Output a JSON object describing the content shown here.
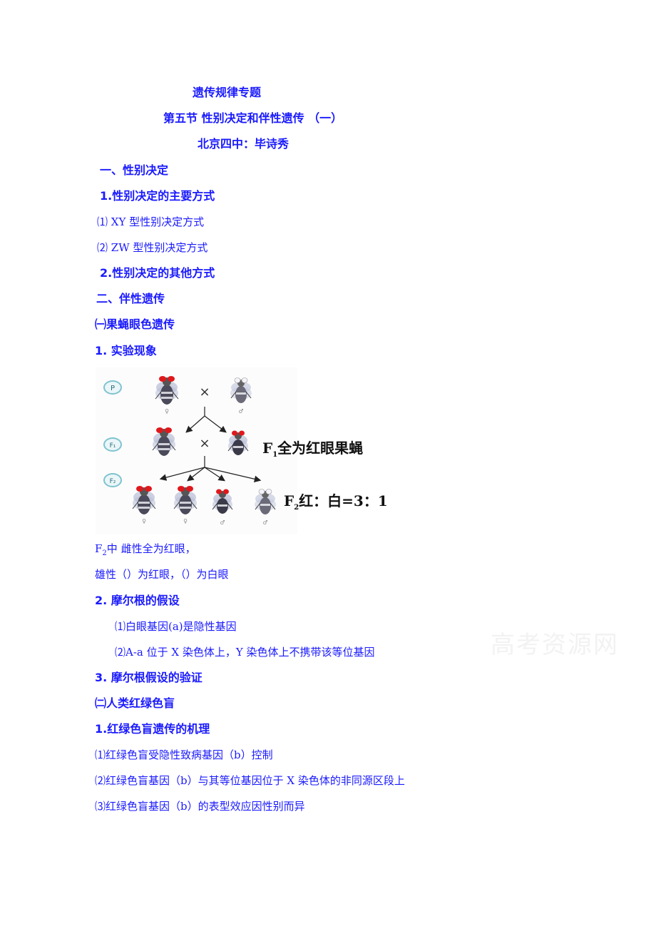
{
  "header": {
    "topic": "遗传规律专题",
    "section": "第五节 性别决定和伴性遗传 （一）",
    "author": "北京四中：毕诗秀"
  },
  "outline": {
    "h1": "一、性别决定",
    "h1_1": "1.性别决定的主要方式",
    "h1_1_a": "⑴ XY 型性别决定方式",
    "h1_1_b": "⑵ ZW 型性别决定方式",
    "h1_2": "2.性别决定的其他方式",
    "h2": "二、伴性遗传",
    "h2_1": "㈠果蝇眼色遗传",
    "h2_1_1": "1.  实验现象"
  },
  "figure": {
    "gen_p": "P",
    "gen_f1": "F₁",
    "gen_f2": "F₂",
    "cross_symbol": "×",
    "f1_caption_main": "F",
    "f1_caption_sub": "1",
    "f1_caption_text": "全为红眼果蝇",
    "f2_caption_main": "F",
    "f2_caption_sub": "2",
    "f2_caption_text": "红：白=3：1",
    "female_symbol": "♀",
    "male_symbol": "♂",
    "colors": {
      "red_eye": "#e0181c",
      "white_eye": "#e8e8f0",
      "body": "#9aa0b8",
      "badge": "#7fc3d0"
    }
  },
  "observations": {
    "f2_prefix": "F",
    "f2_sub": "2",
    "f2_line": "中  雌性全为红眼，",
    "male_line": "雄性（）为红眼，（）为白眼"
  },
  "morgan": {
    "title": "2.  摩尔根的假设",
    "item1": "⑴白眼基因(a)是隐性基因",
    "item2": "⑵A-a 位于 X 染色体上，Y 染色体上不携带该等位基因",
    "verify": "3.  摩尔根假设的验证"
  },
  "color_blind": {
    "title": "㈡人类红绿色盲",
    "sub": "1.红绿色盲遗传的机理",
    "item1": "⑴红绿色盲受隐性致病基因（b）控制",
    "item2": "⑵红绿色盲基因（b）与其等位基因位于 X 染色体的非同源区段上",
    "item3": "⑶红绿色盲基因（b）的表型效应因性别而异"
  },
  "watermark": "高考资源网"
}
